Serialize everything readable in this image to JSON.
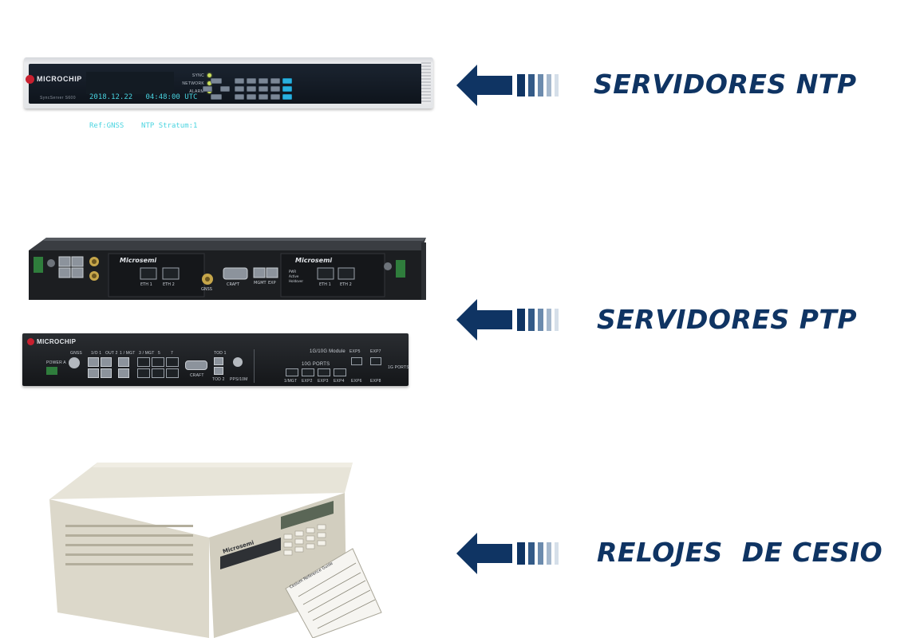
{
  "rows": [
    {
      "label": "SERVIDORES NTP"
    },
    {
      "label": "SERVIDORES PTP"
    },
    {
      "label": "RELOJES  DE CESIO"
    }
  ],
  "ntp_device": {
    "brand": "MICROCHIP",
    "model": "SyncServer S600",
    "display_line1": "2018.12.22   04:48:00 UTC",
    "display_line2": "Ref:GNSS    NTP Stratum:1",
    "leds": [
      "SYNC",
      "NETWORK",
      "ALARM"
    ]
  },
  "ptp_device_1": {
    "brand_left": "Microsemi",
    "brand_right": "Microsemi",
    "labels": [
      "ETH 1",
      "ETH 2",
      "GNSS",
      "CRAFT",
      "MGMT",
      "EXP",
      "ETH 1",
      "ETH 2",
      "PWR",
      "Active",
      "Holdover"
    ]
  },
  "ptp_device_2": {
    "brand": "MICROCHIP",
    "module_title": "1G/10G Module",
    "ports_title": "10G PORTS",
    "labels": [
      "POWER A",
      "GNSS",
      "1/O 1",
      "OUT 2",
      "1 / MGT",
      "3 / MGT",
      "5",
      "7",
      "TOD 1",
      "CRAFT",
      "TOD 2",
      "PPS/10M",
      "EXP5",
      "EXP7",
      "1G PORTS",
      "1/MGT",
      "EXP2",
      "EXP3",
      "EXP4",
      "EXP6",
      "EXP8"
    ]
  },
  "cesium_device": {
    "brand": "Microsemi",
    "card_title": "Cesium Reference Guide"
  },
  "colors": {
    "label": "#0f3463",
    "arrow": "#0f3463"
  }
}
